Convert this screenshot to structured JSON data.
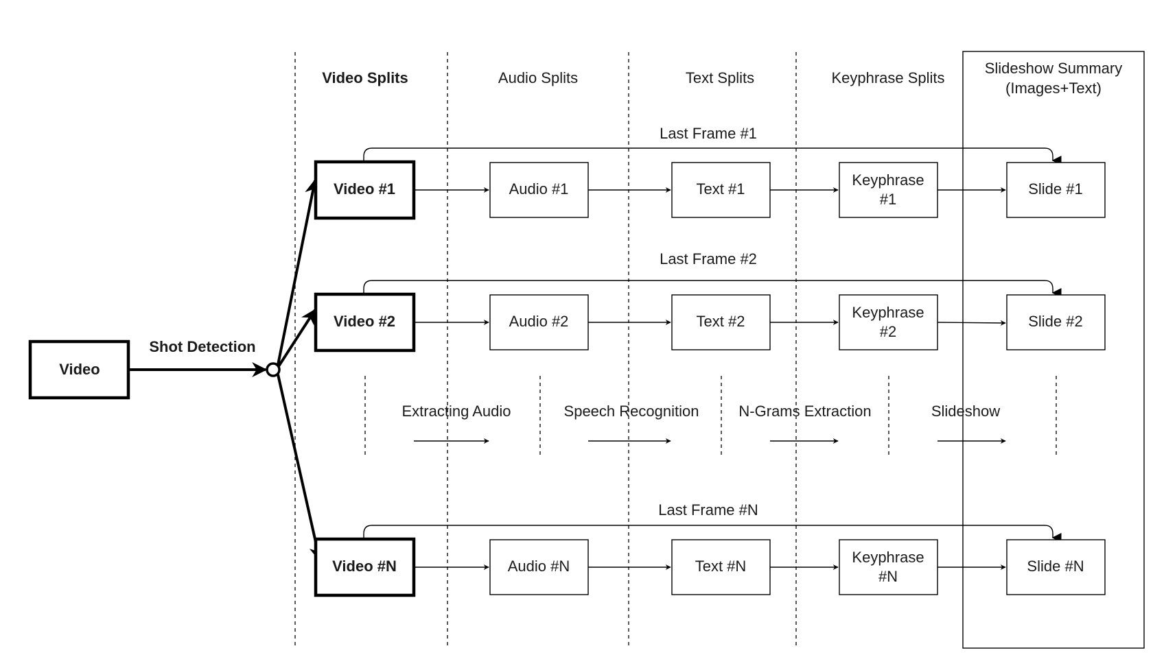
{
  "source": {
    "label": "Video"
  },
  "shot_detection": "Shot Detection",
  "columns": [
    {
      "title": "Video Splits",
      "bold": true
    },
    {
      "title": "Audio Splits",
      "bold": false
    },
    {
      "title": "Text Splits",
      "bold": false
    },
    {
      "title": "Keyphrase Splits",
      "bold": false
    },
    {
      "title_lines": [
        "Slideshow Summary",
        "(Images+Text)"
      ],
      "bold": false
    }
  ],
  "rows": [
    {
      "video": "Video #1",
      "audio": "Audio #1",
      "text": "Text #1",
      "keyphrase": [
        "Keyphrase",
        "#1"
      ],
      "slide": "Slide #1",
      "last_frame": "Last Frame #1"
    },
    {
      "video": "Video #2",
      "audio": "Audio #2",
      "text": "Text #2",
      "keyphrase": [
        "Keyphrase",
        "#2"
      ],
      "slide": "Slide #2",
      "last_frame": "Last Frame #2"
    },
    {
      "video": "Video #N",
      "audio": "Audio #N",
      "text": "Text #N",
      "keyphrase": [
        "Keyphrase",
        "#N"
      ],
      "slide": "Slide #N",
      "last_frame": "Last Frame #N"
    }
  ],
  "steps": [
    "Extracting Audio",
    "Speech Recognition",
    "N-Grams Extraction",
    "Slideshow"
  ]
}
